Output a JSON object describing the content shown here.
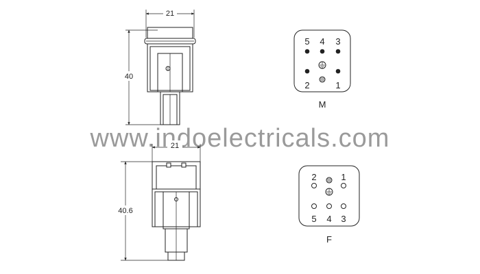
{
  "watermark": "www.indoelectricals.com",
  "male": {
    "width_dim": "21",
    "height_dim": "40",
    "label": "M",
    "pins": [
      "5",
      "4",
      "3",
      "2",
      "1"
    ]
  },
  "female": {
    "width_dim": "21",
    "height_dim": "40.6",
    "label": "F",
    "pins": [
      "2",
      "1",
      "5",
      "4",
      "3"
    ]
  },
  "colors": {
    "line": "#222222",
    "watermark": "#9a9a9a"
  }
}
